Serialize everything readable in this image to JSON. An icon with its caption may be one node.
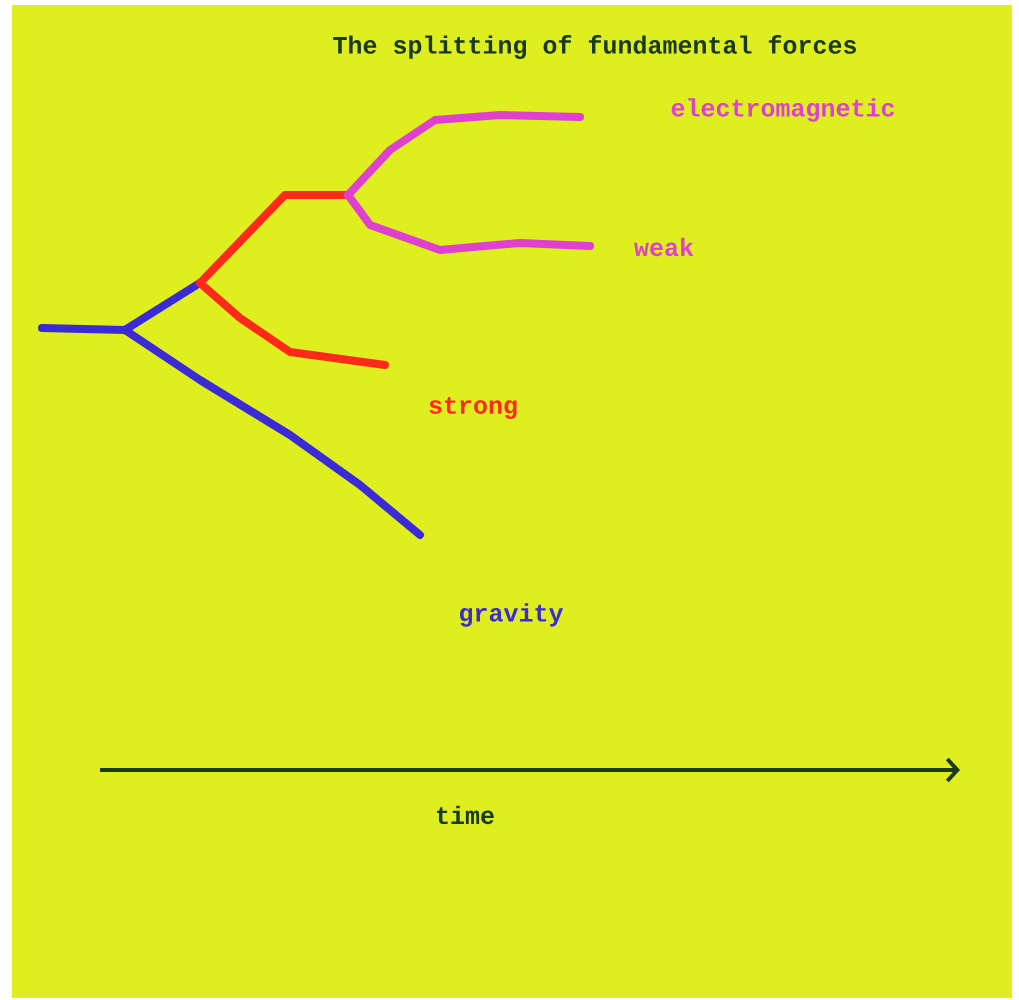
{
  "diagram": {
    "title": "The splitting of fundamental forces",
    "labels": [
      "electromagnetic",
      "weak",
      "strong",
      "gravity",
      "time"
    ]
  }
}
